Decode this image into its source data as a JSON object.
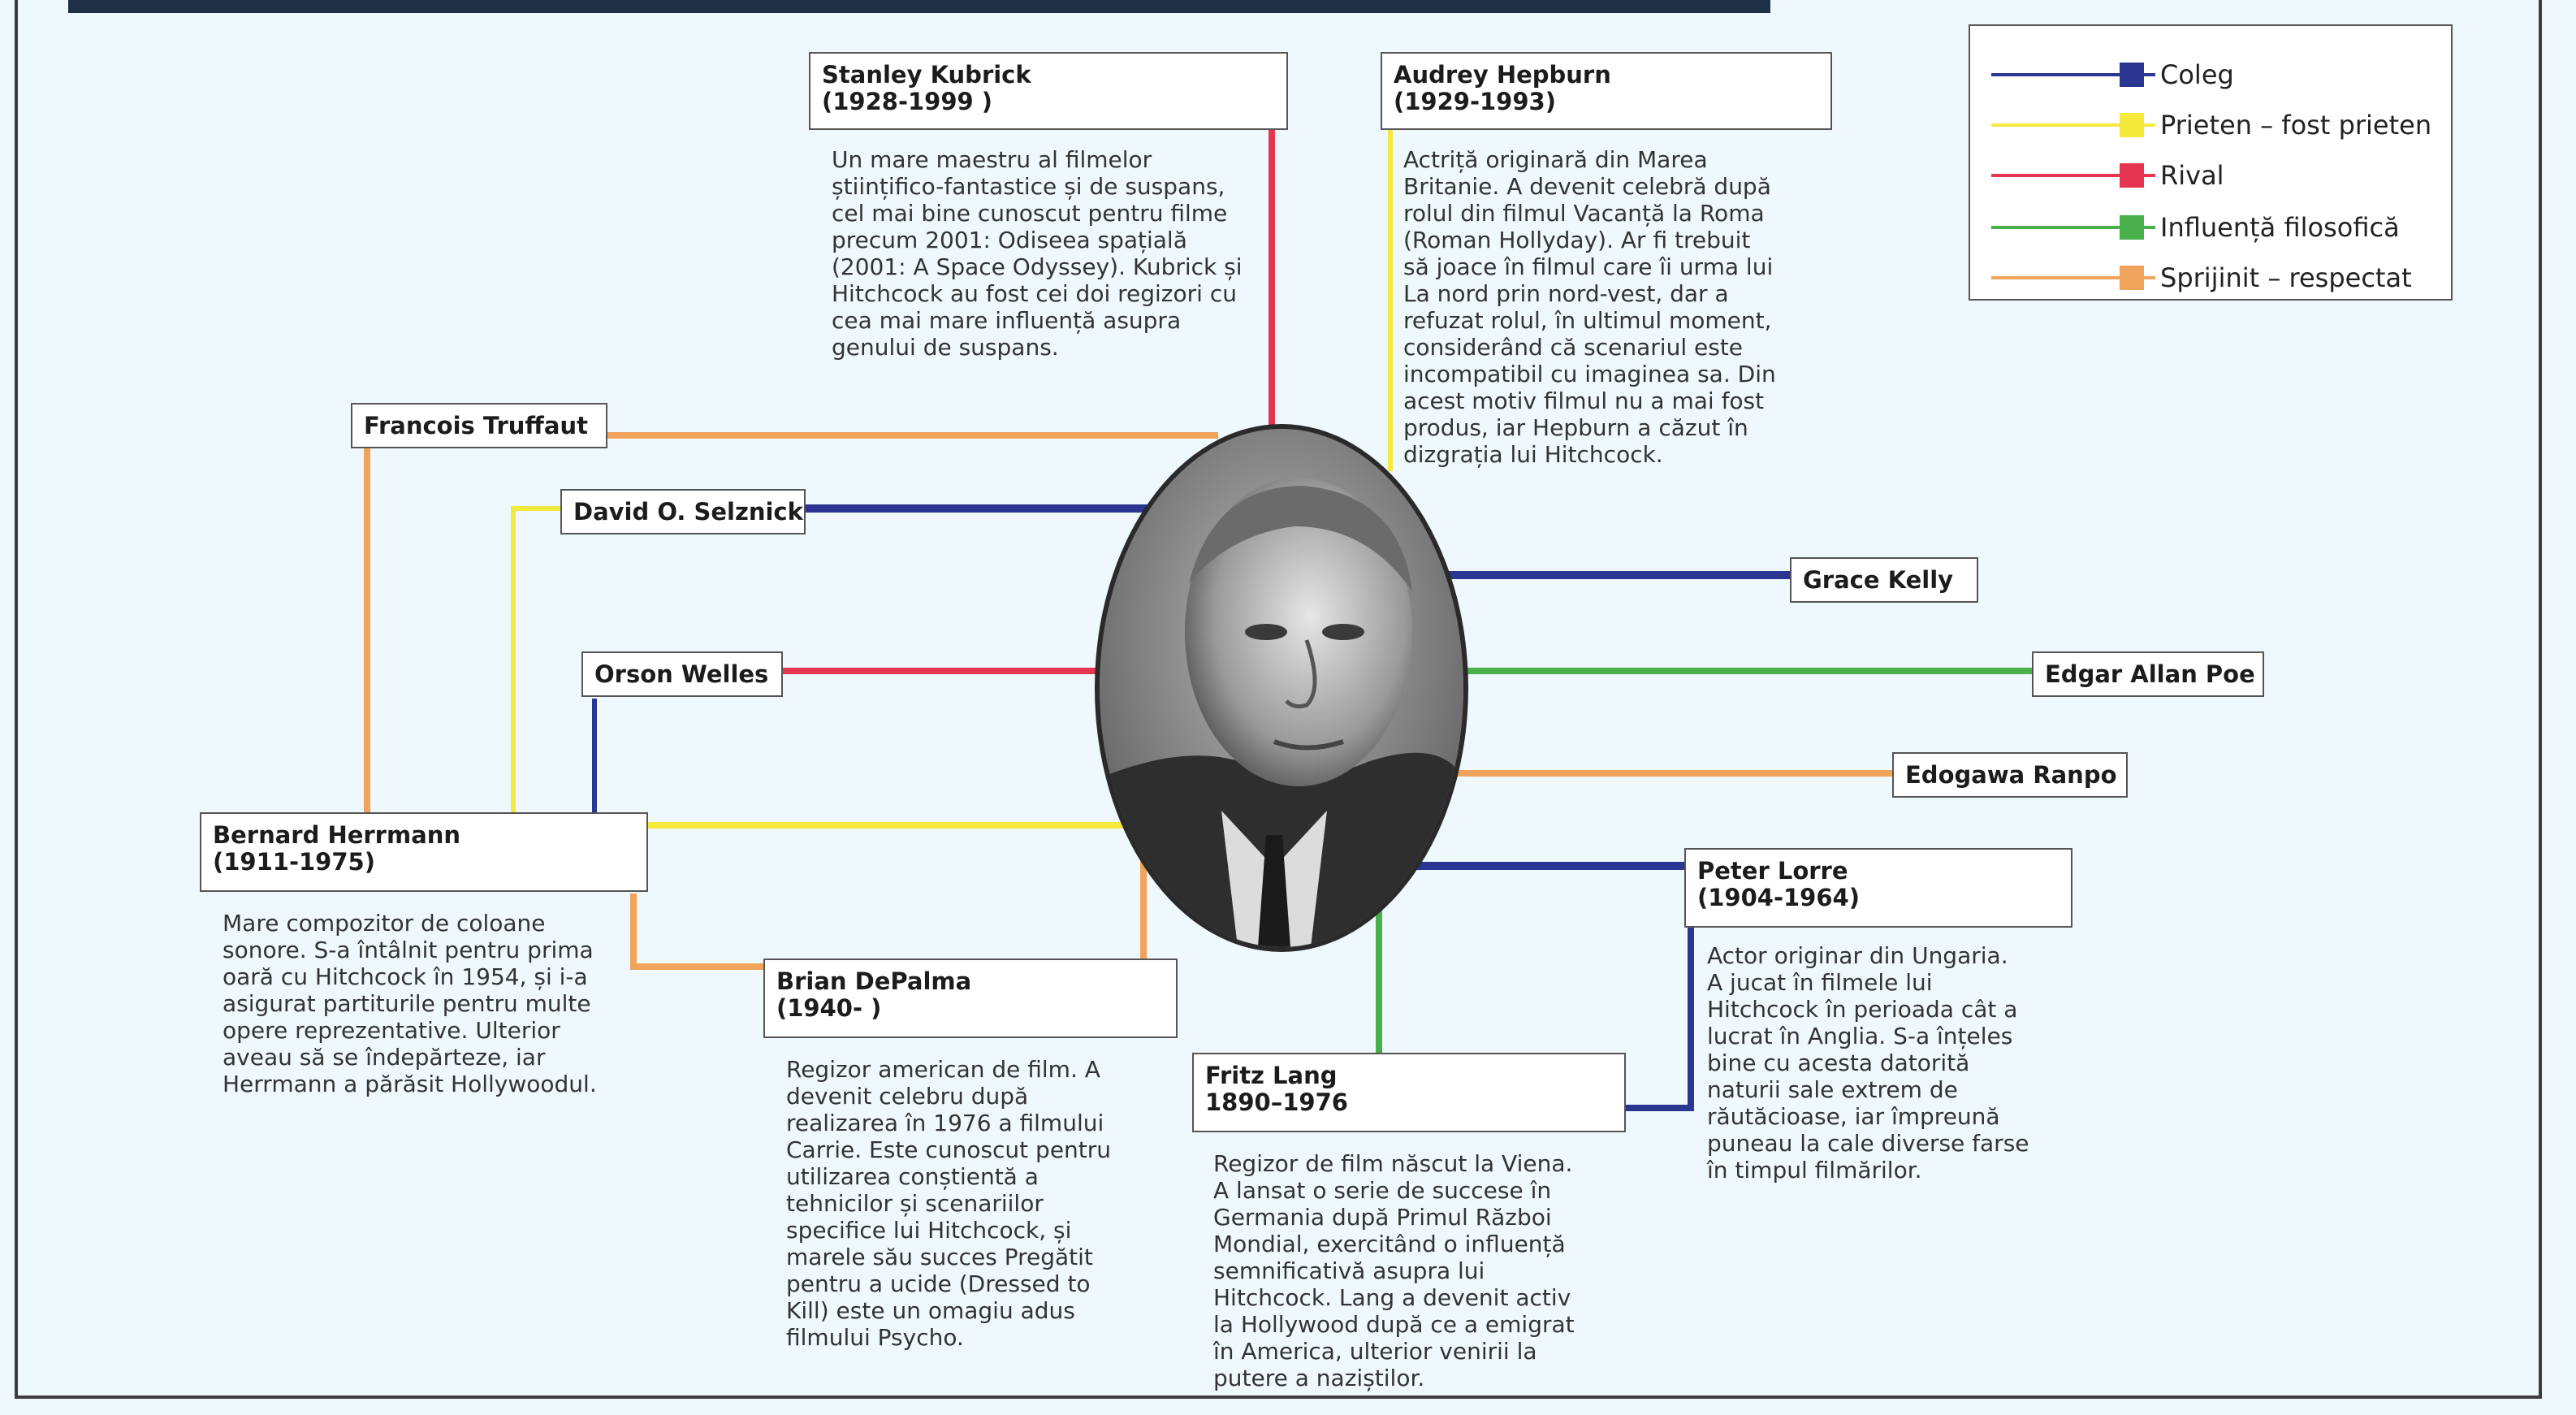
{
  "center": {
    "name": "Alfred Hitchcock portrait"
  },
  "legend": [
    {
      "label": "Coleg",
      "color": "#2b3592"
    },
    {
      "label": "Prieten – fost prieten",
      "color": "#f5ea3c"
    },
    {
      "label": "Rival",
      "color": "#e53550"
    },
    {
      "label": "Influență filosofică",
      "color": "#49b04b"
    },
    {
      "label": "Sprijinit – respectat",
      "color": "#f0a35a"
    }
  ],
  "people": {
    "kubrick": {
      "name": "Stanley Kubrick",
      "dates": "(1928-1999 )",
      "relation": "Rival",
      "desc": [
        "Un mare maestru al filmelor",
        "științifico-fantastice și de suspans,",
        "cel mai bine cunoscut pentru filme",
        "precum 2001: Odiseea spațială",
        "(2001: A Space Odyssey). Kubrick și",
        "Hitchcock au fost cei doi regizori cu",
        "cea mai mare influență asupra",
        "genului de suspans."
      ]
    },
    "hepburn": {
      "name": "Audrey Hepburn",
      "dates": "(1929-1993)",
      "relation": "Prieten – fost prieten",
      "desc": [
        "Actriță originară din Marea",
        "Britanie. A devenit celebră după",
        "rolul din filmul Vacanță la Roma",
        "(Roman Hollyday). Ar fi trebuit",
        "să joace în filmul care îi urma lui",
        "La nord prin nord-vest, dar a",
        "refuzat rolul, în ultimul moment,",
        "considerând că scenariul este",
        "incompatibil cu imaginea sa. Din",
        "acest motiv filmul nu a mai fost",
        "produs, iar Hepburn a căzut în",
        "dizgrația lui Hitchcock."
      ]
    },
    "truffaut": {
      "name": "Francois Truffaut",
      "relation": "Sprijinit – respectat"
    },
    "selznick": {
      "name": "David O. Selznick",
      "relation": "Coleg"
    },
    "welles": {
      "name": "Orson Welles",
      "relation": "Rival"
    },
    "herrmann": {
      "name": "Bernard Herrmann",
      "dates": "(1911-1975)",
      "relation": "Prieten – fost prieten",
      "desc": [
        "Mare compozitor de coloane",
        "sonore. S-a întâlnit pentru prima",
        "oară cu Hitchcock în 1954, și i-a",
        "asigurat partiturile pentru multe",
        "opere reprezentative. Ulterior",
        "aveau să se îndepărteze, iar",
        "Herrmann a părăsit Hollywoodul."
      ]
    },
    "depalma": {
      "name": "Brian DePalma",
      "dates": "(1940- )",
      "relation": "Sprijinit – respectat",
      "desc": [
        "Regizor american de film. A",
        "devenit celebru după",
        "realizarea în 1976 a filmului",
        "Carrie. Este cunoscut pentru",
        "utilizarea conștientă a",
        "tehnicilor și scenariilor",
        "specifice lui Hitchcock, și",
        "marele său succes Pregătit",
        "pentru a ucide (Dressed to",
        "Kill) este un omagiu adus",
        "filmului Psycho."
      ]
    },
    "lang": {
      "name": "Fritz Lang",
      "dates": "1890–1976",
      "relation": "Influență filosofică",
      "desc": [
        "Regizor de film născut la Viena.",
        "A lansat o serie de succese în",
        "Germania după Primul Război",
        "Mondial, exercitând o influență",
        "semnificativă asupra lui",
        "Hitchcock. Lang a devenit activ",
        "la Hollywood după ce a emigrat",
        "în America, ulterior venirii la",
        "putere a naziștilor."
      ]
    },
    "kelly": {
      "name": "Grace Kelly",
      "relation": "Coleg"
    },
    "poe": {
      "name": "Edgar Allan Poe",
      "relation": "Influență filosofică"
    },
    "ranpo": {
      "name": "Edogawa Ranpo",
      "relation": "Sprijinit – respectat"
    },
    "lorre": {
      "name": "Peter Lorre",
      "dates": "(1904-1964)",
      "relation": "Coleg",
      "desc": [
        "Actor originar din Ungaria.",
        "A jucat în filmele lui",
        "Hitchcock în perioada cât a",
        "lucrat în Anglia. S-a înțeles",
        "bine cu acesta datorită",
        "naturii sale extrem de",
        "răutăcioase, iar împreună",
        "puneau la cale diverse farse",
        "în timpul filmărilor."
      ]
    }
  }
}
